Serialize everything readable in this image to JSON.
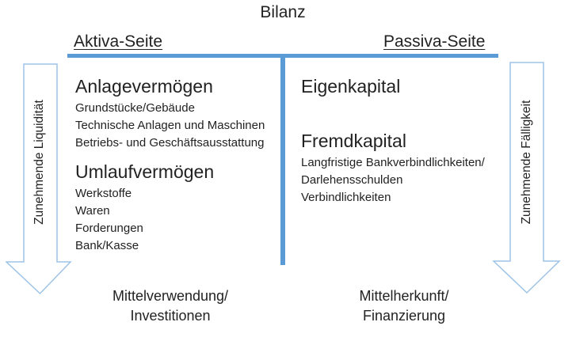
{
  "title": "Bilanz",
  "colors": {
    "divider_blue": "#5B9BD5",
    "arrow_stroke": "#9DC3E6",
    "text": "#222222"
  },
  "left_panel": {
    "header": "Aktiva-Seite",
    "sections": [
      {
        "heading": "Anlagevermögen",
        "items": [
          "Grundstücke/Gebäude",
          "Technische Anlagen und Maschinen",
          "Betriebs- und Geschäftsausstattung"
        ]
      },
      {
        "heading": "Umlaufvermögen",
        "items": [
          "Werkstoffe",
          "Waren",
          "Forderungen",
          "Bank/Kasse"
        ]
      }
    ],
    "arrow_label": "Zunehmende Liquidität",
    "footer_lines": [
      "Mittelverwendung/",
      "Investitionen"
    ]
  },
  "right_panel": {
    "header": "Passiva-Seite",
    "sections": [
      {
        "heading": "Eigenkapital",
        "items": []
      },
      {
        "heading": "Fremdkapital",
        "items": [
          "Langfristige Bankverbindlichkeiten/",
          "Darlehensschulden",
          "Verbindlichkeiten"
        ]
      }
    ],
    "arrow_label": "Zunehmende Fälligkeit",
    "footer_lines": [
      "Mittelherkunft/",
      "Finanzierung"
    ]
  }
}
